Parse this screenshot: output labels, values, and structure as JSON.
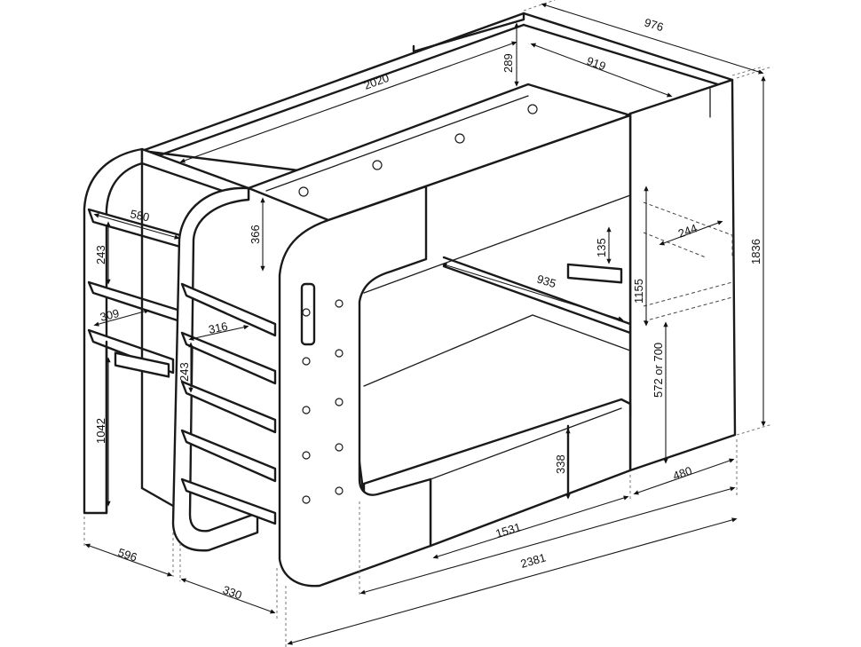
{
  "dimensions": {
    "total_length": "2381",
    "total_depth": "976",
    "total_height": "1836",
    "mattress_length": "2020",
    "inner_width": "919",
    "rail_height": "289",
    "lower_bed_length": "1531",
    "lower_opening_height": "1155",
    "lower_beam_length": "935",
    "step_height_135": "135",
    "step_depth_244": "244",
    "desk_height_option": "572 or 700",
    "wardrobe_depth": "480",
    "drawer_height": "338",
    "left_shelf_depth": "580",
    "left_shelf_gap": "243",
    "desk_depth": "309",
    "desk_height": "1042",
    "left_width": "596",
    "stair_width": "330",
    "stair_top_gap": "366",
    "stair_shelf_depth": "316",
    "stair_shelf_gap": "243"
  },
  "colors": {
    "line": "#1a1a1a",
    "background": "#ffffff"
  }
}
